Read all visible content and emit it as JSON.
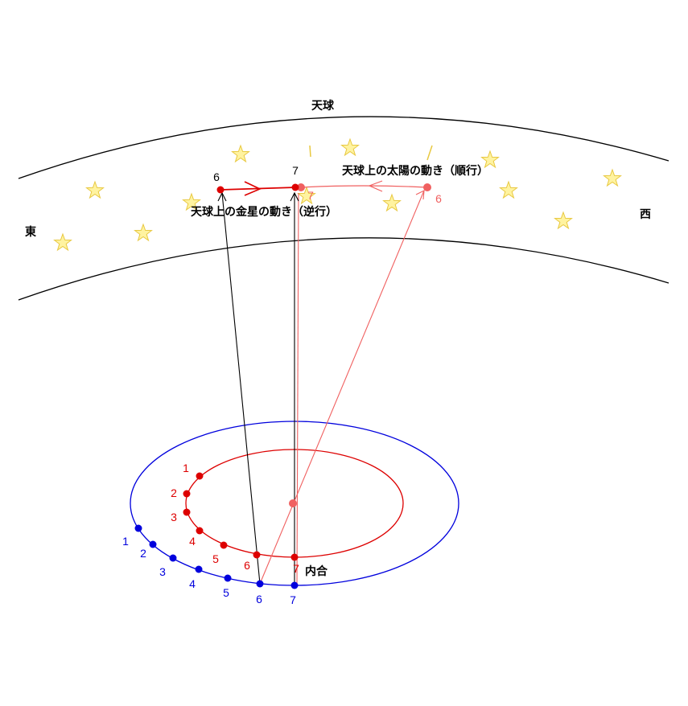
{
  "labels": {
    "celestial_sphere": "天球",
    "east": "東",
    "west": "西",
    "sun_motion": "天球上の太陽の動き（順行）",
    "venus_motion": "天球上の金星の動き（逆行）",
    "inferior_conjunction": "内合"
  },
  "venus_orbit_points": [
    "1",
    "2",
    "3",
    "4",
    "5",
    "6",
    "7"
  ],
  "earth_orbit_points": [
    "1",
    "2",
    "3",
    "4",
    "5",
    "6",
    "7"
  ],
  "sky_venus_labels": [
    "6",
    "7"
  ],
  "sky_sun_labels": [
    "6",
    "7"
  ],
  "colors": {
    "earth": "#0000dd",
    "venus": "#dd0000",
    "sun": "#f06060",
    "star_fill": "#fff3a0",
    "star_stroke": "#e8c840"
  },
  "icons": [
    "star-icon",
    "arrow-head-icon"
  ]
}
